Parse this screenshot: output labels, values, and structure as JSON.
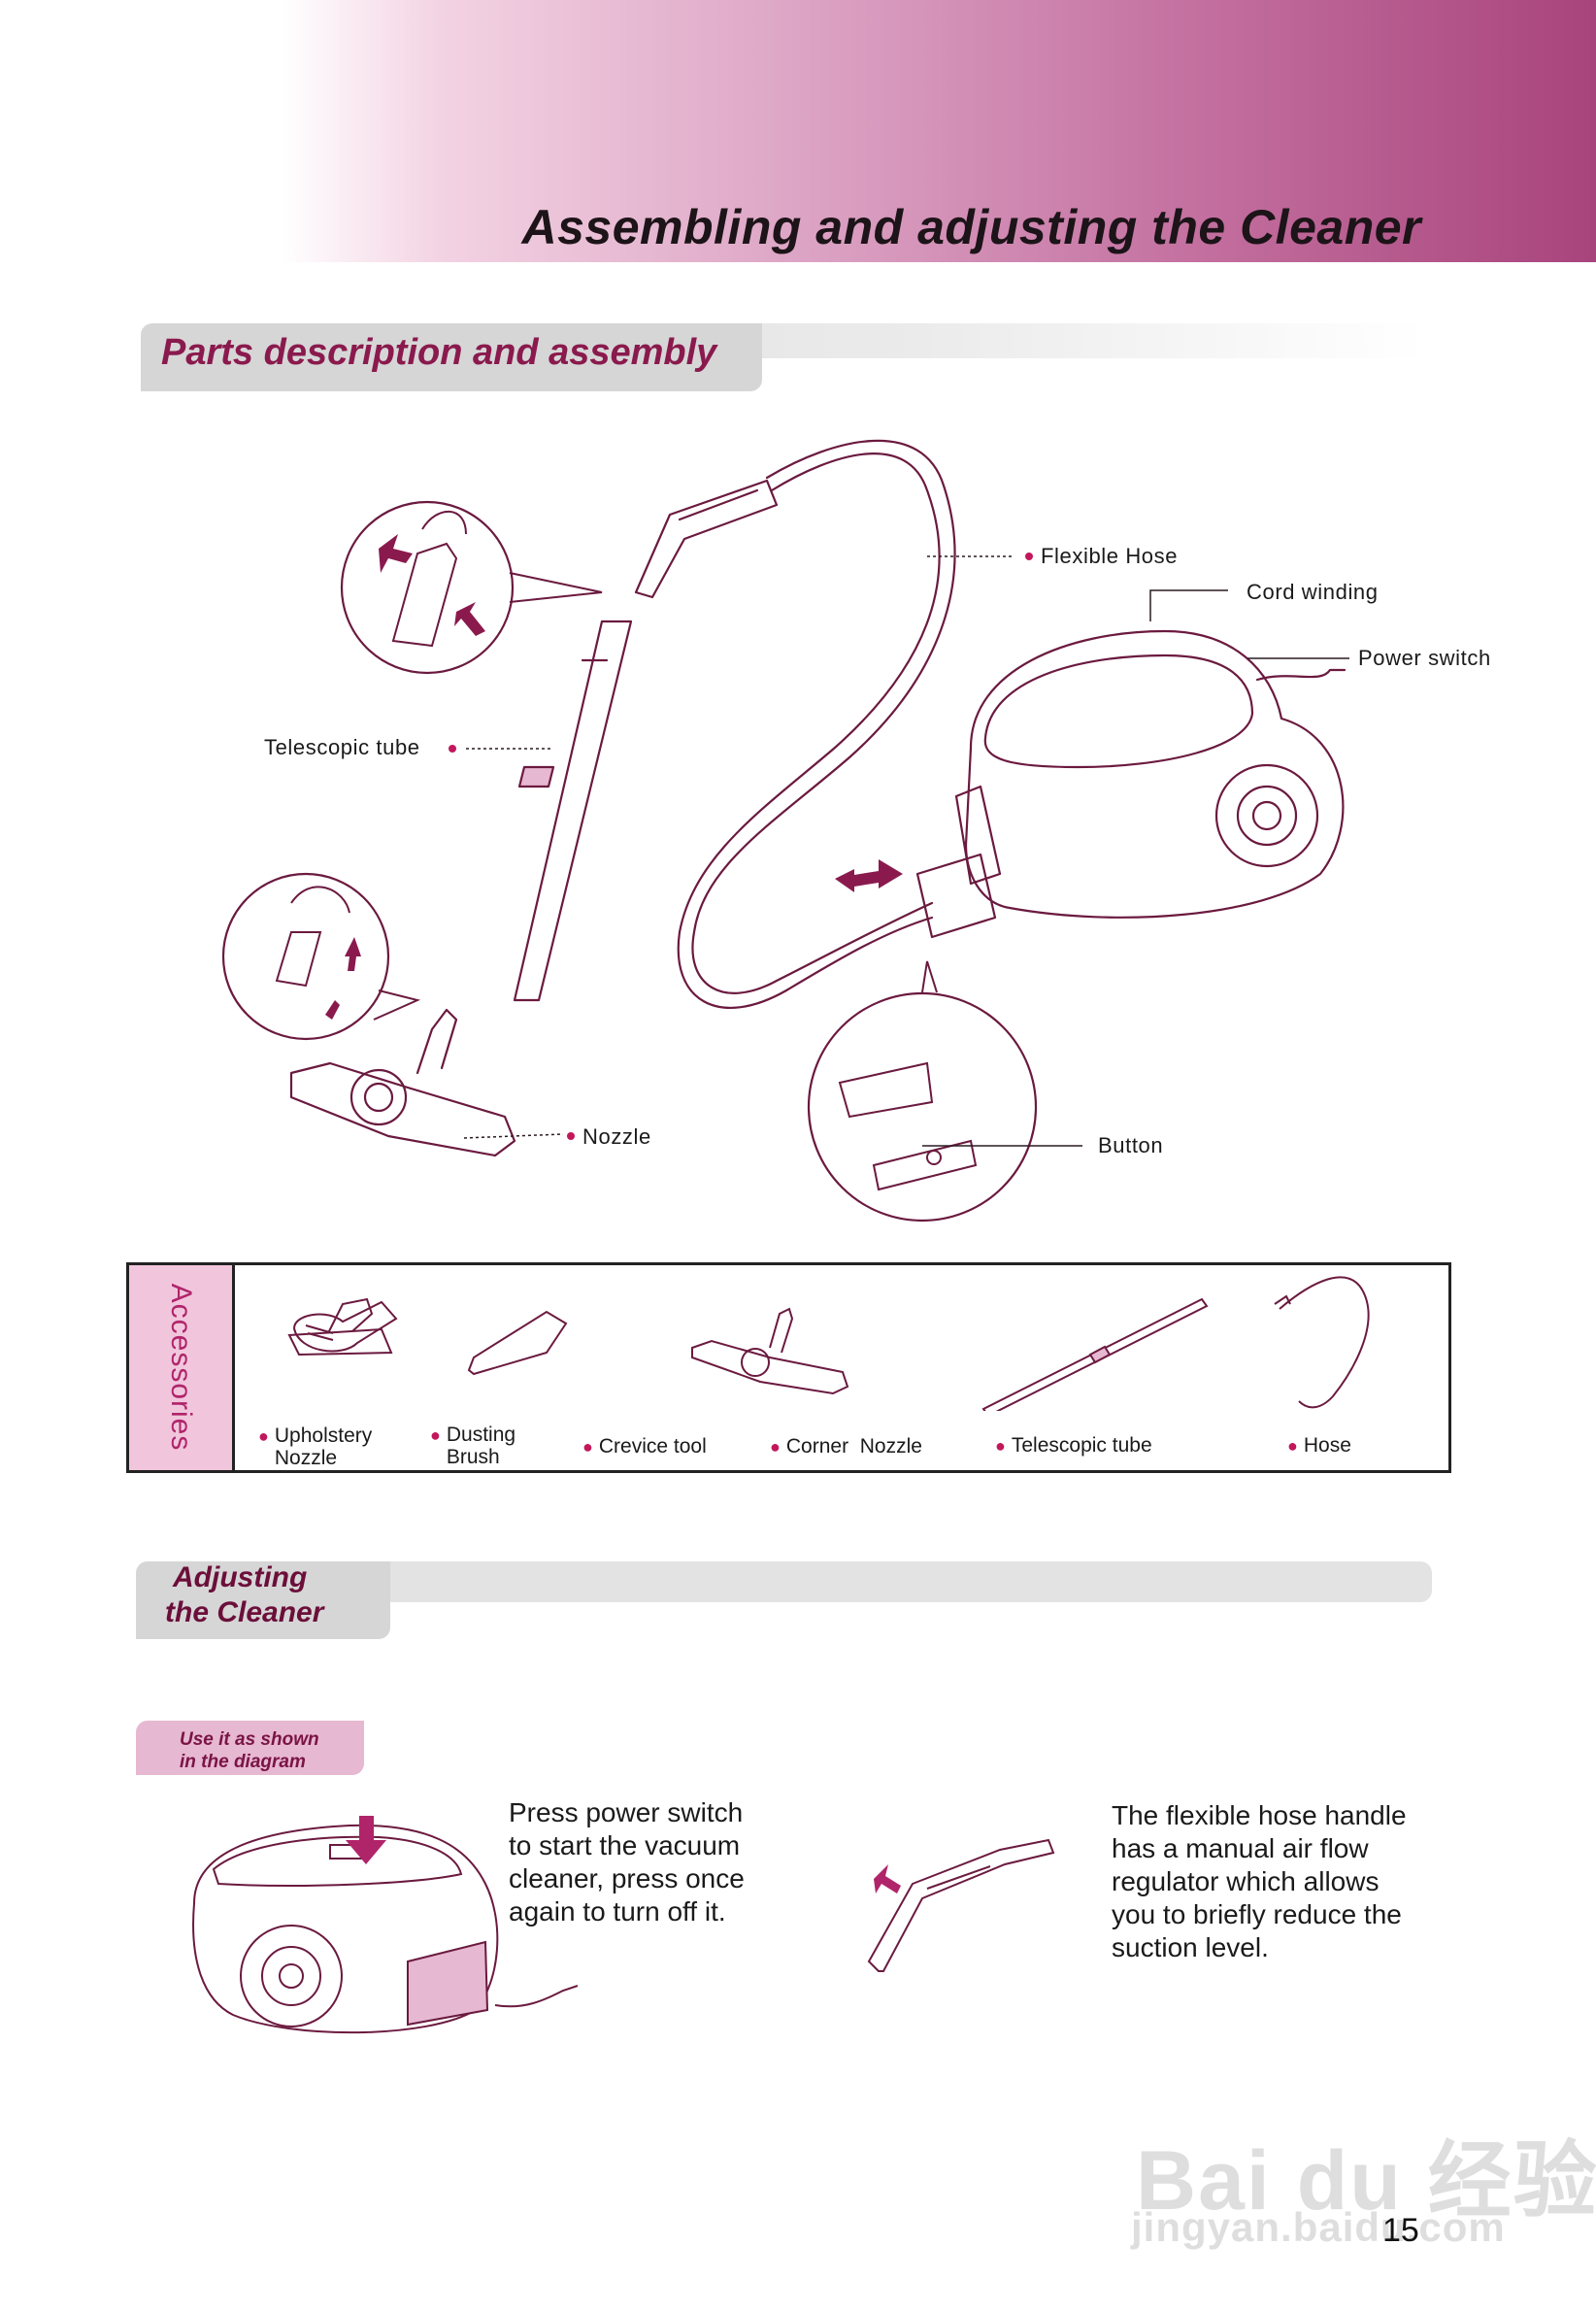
{
  "header": {
    "title": "Assembling and adjusting the Cleaner"
  },
  "section_parts": {
    "title": "Parts description and assembly"
  },
  "diagram_labels": {
    "flexible_hose": "Flexible Hose",
    "cord_winding": "Cord winding",
    "power_switch": "Power switch",
    "telescopic_tube": "Telescopic tube",
    "nozzle": "Nozzle",
    "button": "Button"
  },
  "accessories": {
    "heading": "Accessories",
    "items": [
      {
        "label": "Upholstery\nNozzle"
      },
      {
        "label": "Dusting\nBrush"
      },
      {
        "label": "Crevice tool"
      },
      {
        "label": "Corner  Nozzle"
      },
      {
        "label": "Telescopic tube"
      },
      {
        "label": "Hose"
      }
    ]
  },
  "section_adjusting": {
    "line1": "Adjusting",
    "line2": "the Cleaner"
  },
  "badge": {
    "text": "Use it as shown\nin the diagram"
  },
  "instructions": {
    "power": "Press power switch\nto start the vacuum\ncleaner, press once\nagain to turn off it.",
    "hose": "The flexible hose handle\nhas a manual air flow\nregulator which allows\nyou to briefly reduce the\nsuction level."
  },
  "page_number": "15",
  "watermark": {
    "main": "Bai du 经验",
    "sub": "jingyan.baidu.com"
  },
  "colors": {
    "accent": "#a8447c",
    "line_art": "#6b1a3f",
    "arrow": "#b0246a",
    "accessory_bg": "#f1c6dd"
  }
}
